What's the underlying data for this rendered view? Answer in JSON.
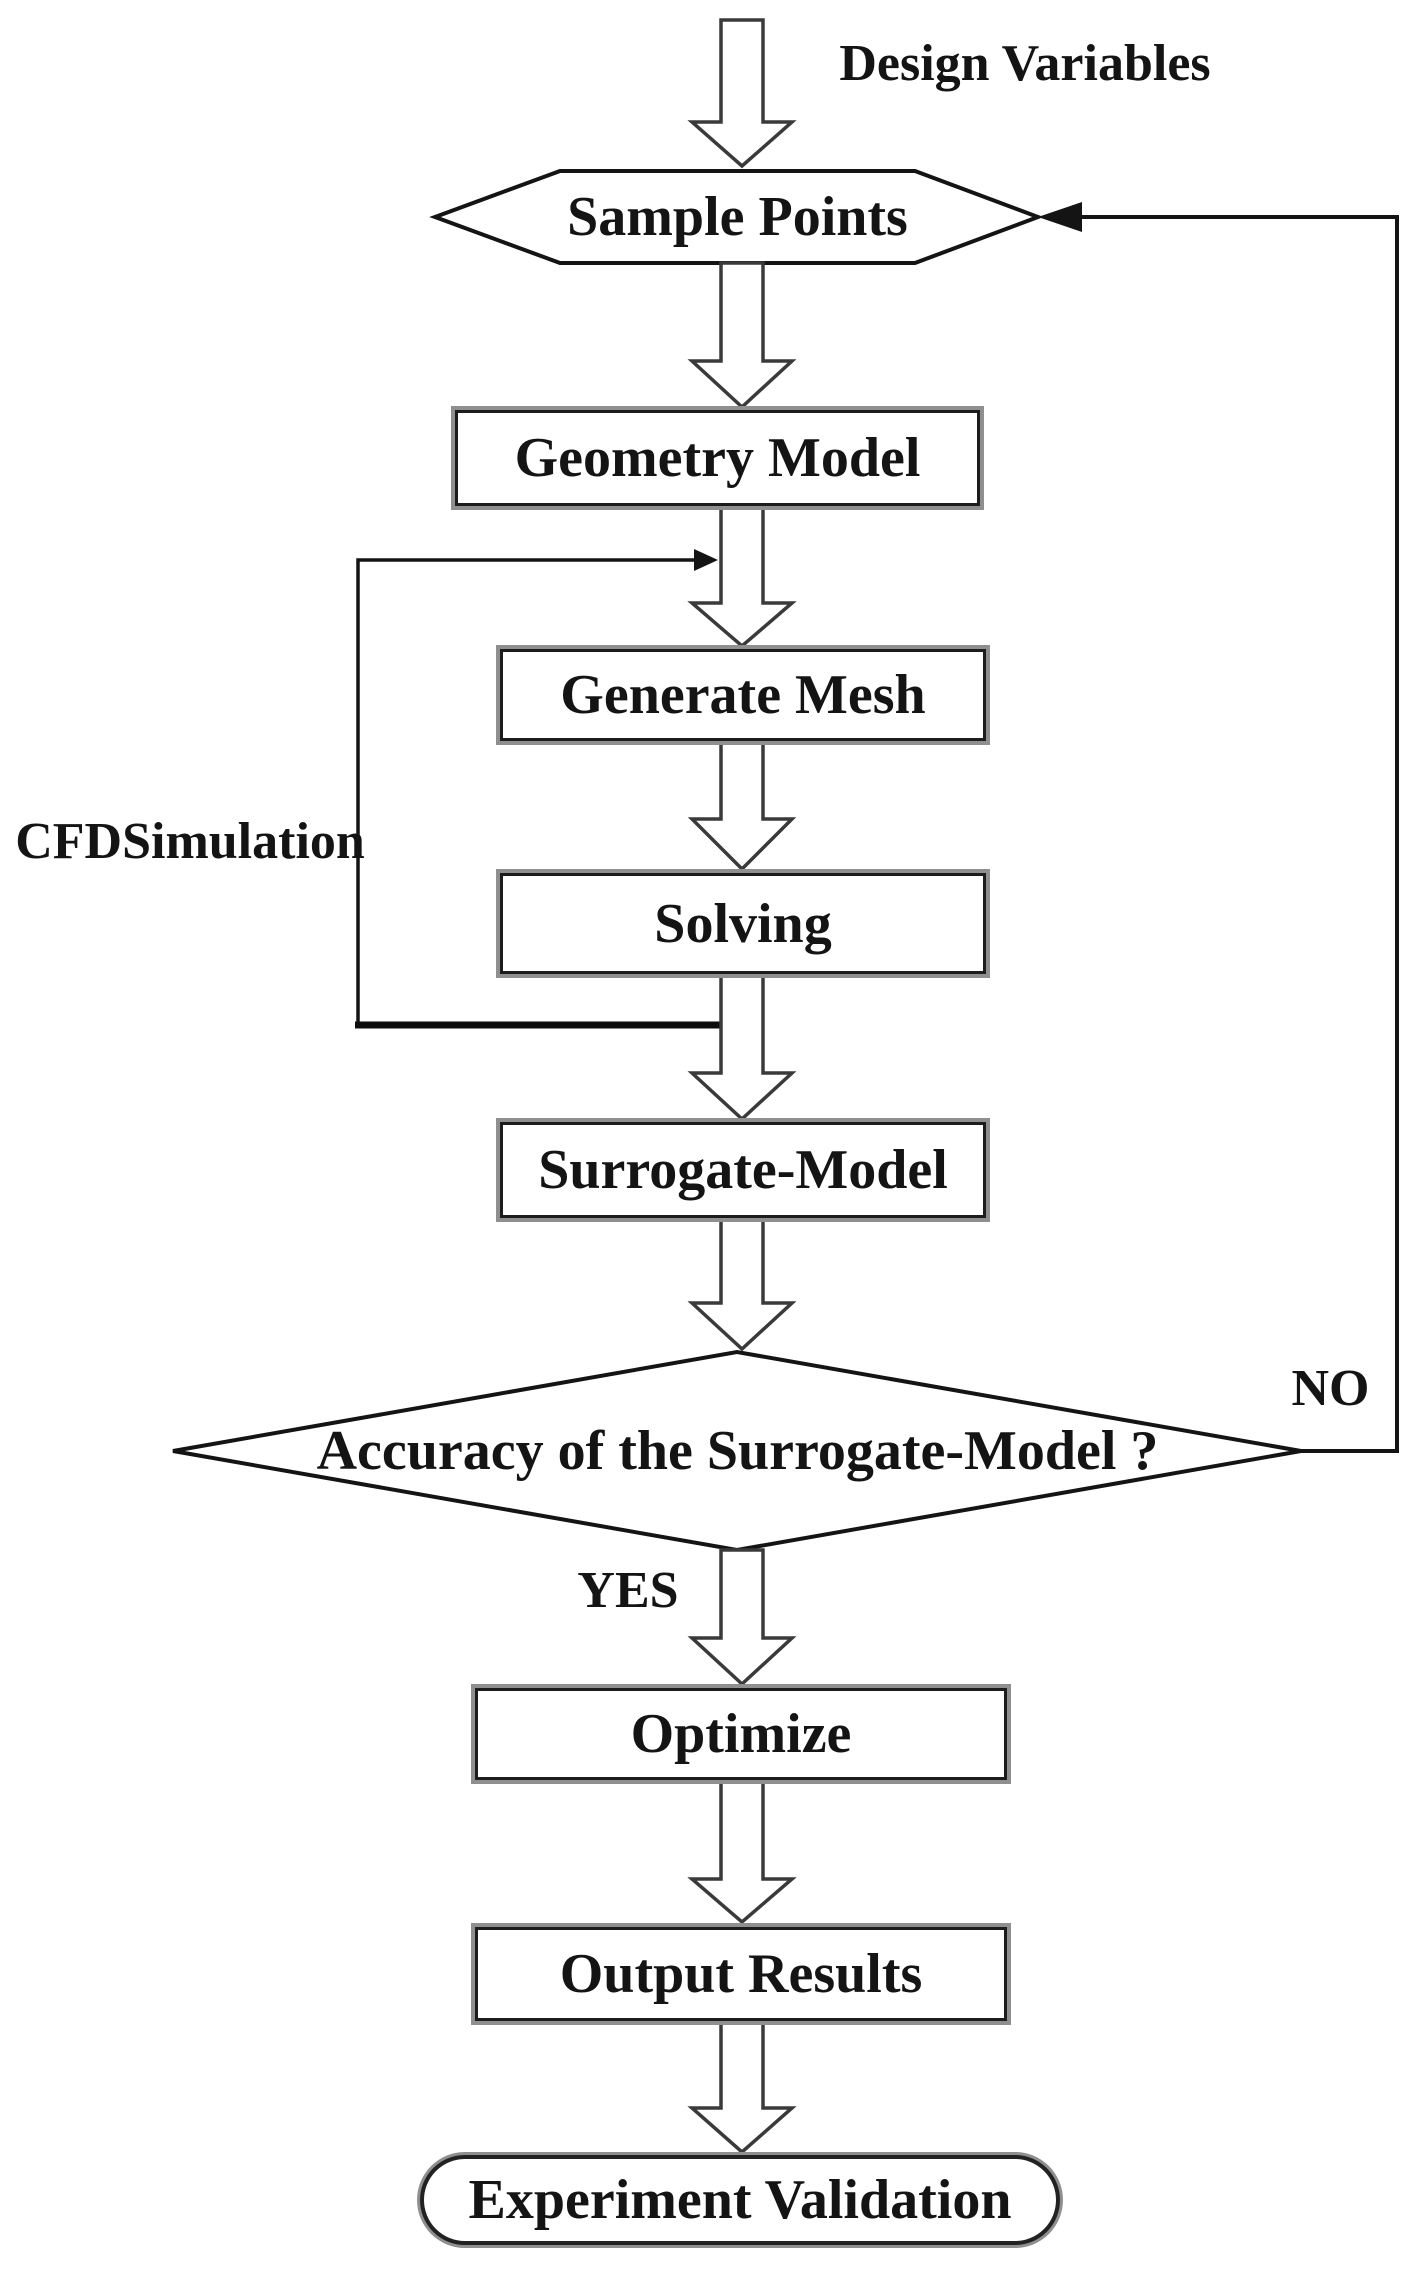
{
  "diagram": {
    "input_label": "Design Variables",
    "nodes": {
      "sample_points": "Sample Points",
      "geometry_model": "Geometry Model",
      "generate_mesh": "Generate Mesh",
      "solving": "Solving",
      "surrogate_model": "Surrogate-Model",
      "decision": "Accuracy of the Surrogate-Model ?",
      "optimize": "Optimize",
      "output_results": "Output Results",
      "experiment_validation": "Experiment Validation"
    },
    "labels": {
      "cfd_group_line1": "CFD",
      "cfd_group_line2": "Simulation",
      "no": "NO",
      "yes": "YES"
    },
    "colors": {
      "ink": "#141414",
      "box_border_gray": "#8f8f8f",
      "arrow_outline": "#3a3a3a",
      "background": "#ffffff"
    }
  }
}
